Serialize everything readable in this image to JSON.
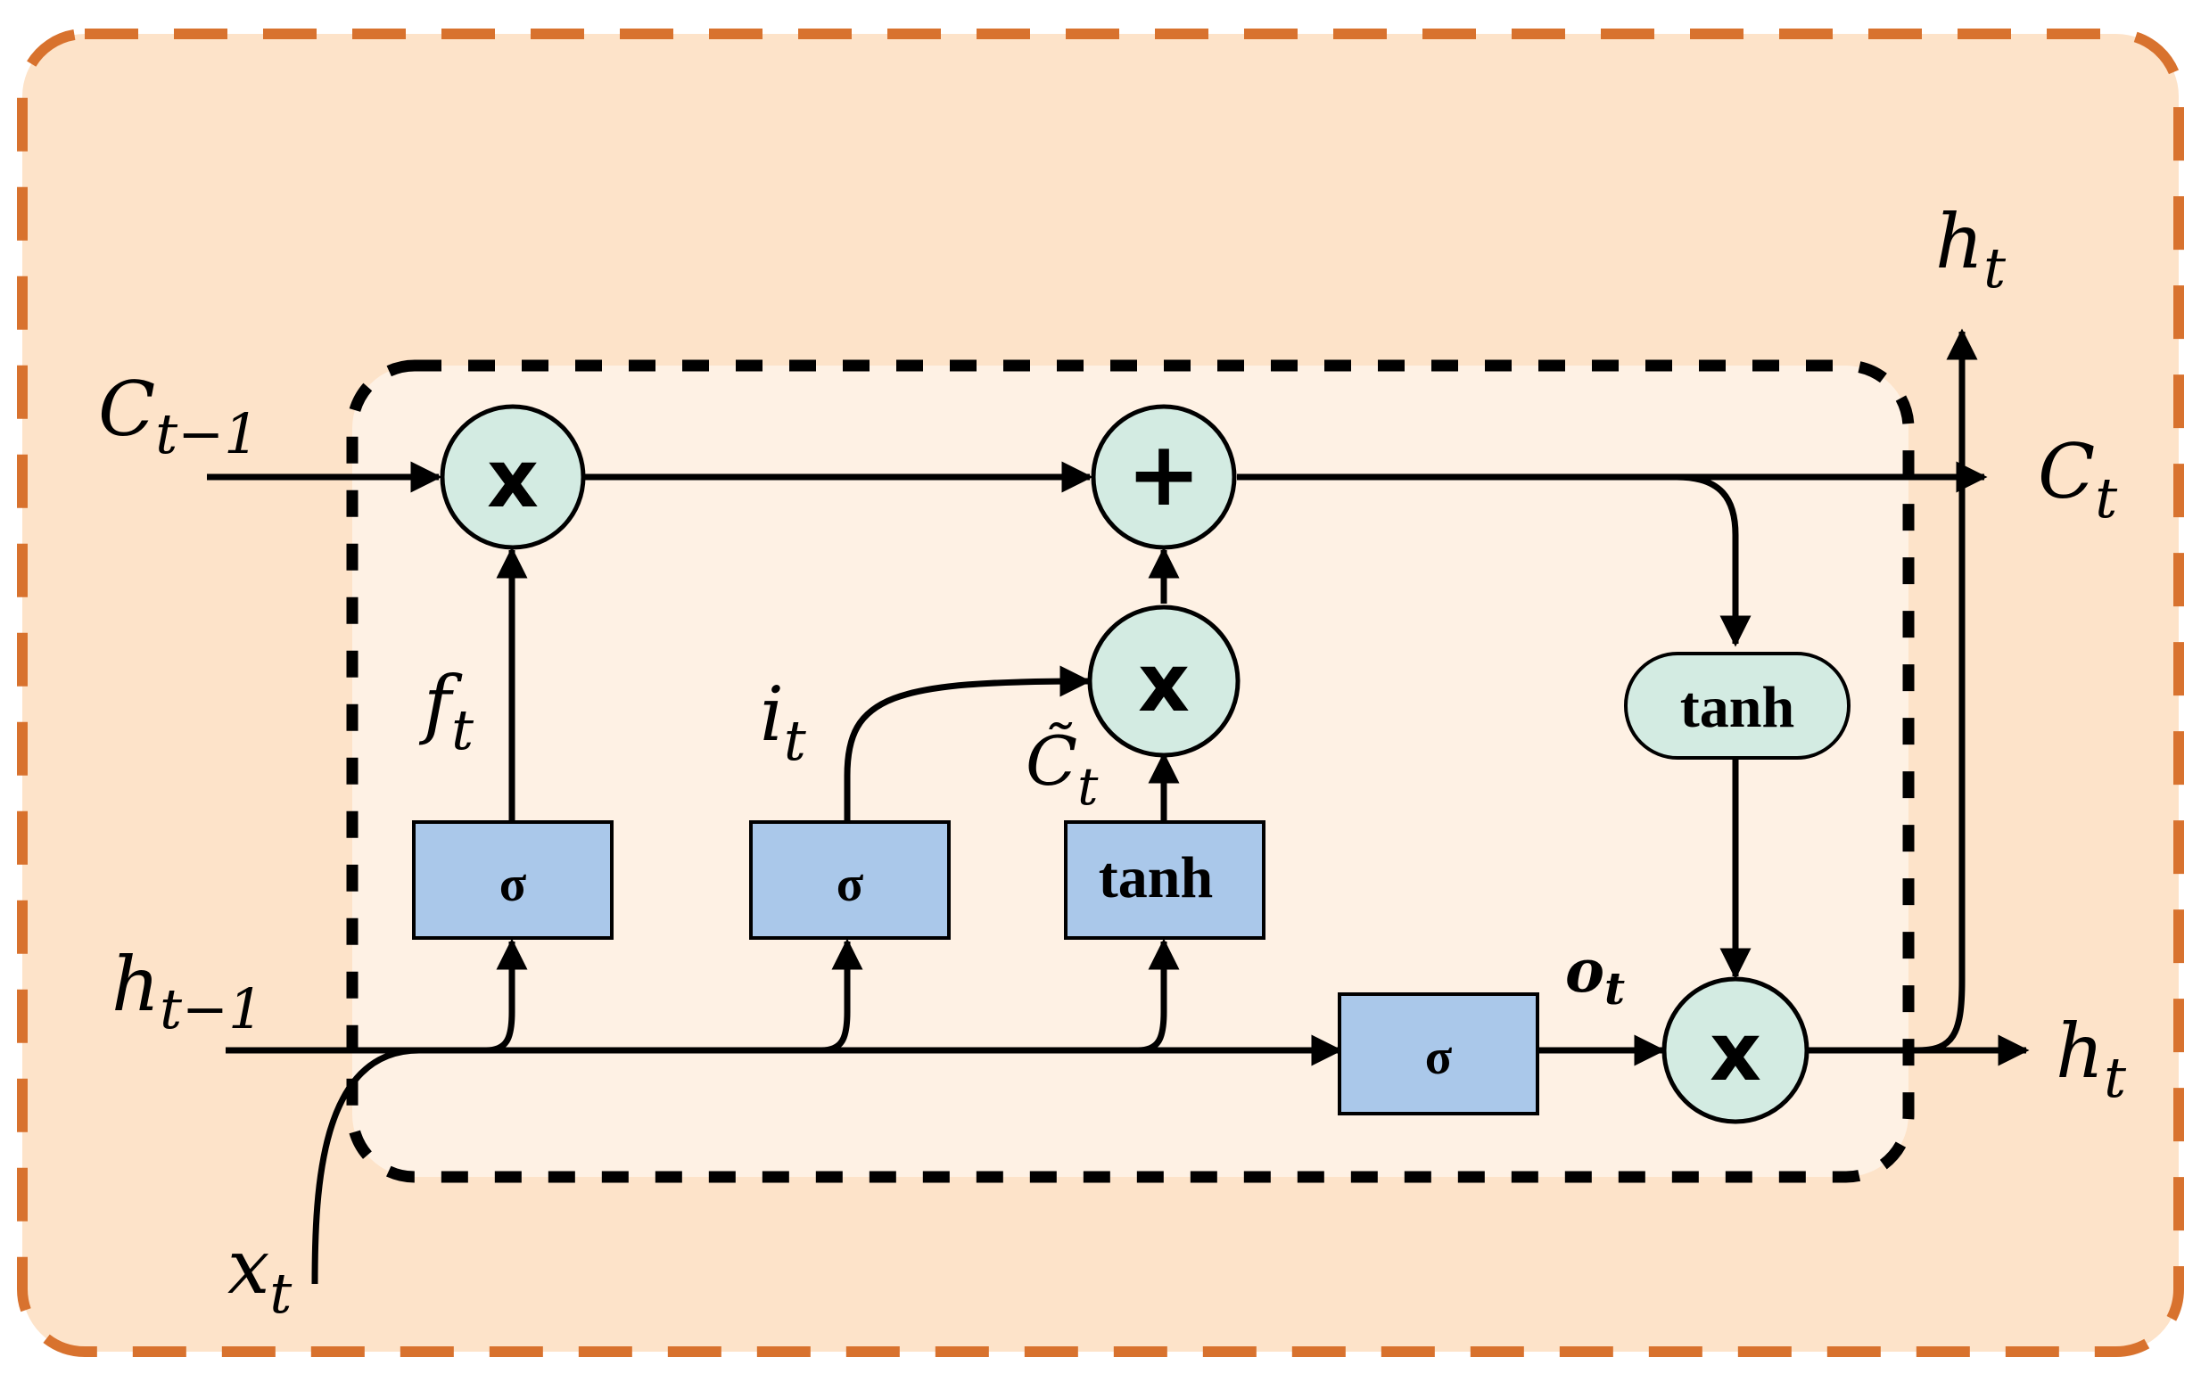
{
  "labels": {
    "c_prev": {
      "base": "C",
      "sub": "t−1"
    },
    "h_prev": {
      "base": "h",
      "sub": "t−1"
    },
    "x_t": {
      "base": "x",
      "sub": "t"
    },
    "f_t": {
      "base": "f",
      "sub": "t"
    },
    "i_t": {
      "base": "i",
      "sub": "t"
    },
    "c_tilde": {
      "base": "C̃",
      "sub": "t"
    },
    "o_t": {
      "base": "o",
      "sub": "t"
    },
    "c_out": {
      "base": "C",
      "sub": "t"
    },
    "h_out_right": {
      "base": "h",
      "sub": "t"
    },
    "h_out_top": {
      "base": "h",
      "sub": "t"
    }
  },
  "gates": {
    "forget": "σ",
    "input": "σ",
    "candidate": "tanh",
    "output": "σ",
    "cell_tanh": "tanh"
  },
  "operators": {
    "forget_mult": "x",
    "cell_add": "+",
    "input_mult": "x",
    "output_mult": "x"
  },
  "colors": {
    "outer_fill": "#fde3c9",
    "outer_border": "#d8722e",
    "inner_fill": "#fef1e4",
    "gate_fill": "#aac8ea",
    "op_fill": "#d3ebe2"
  }
}
